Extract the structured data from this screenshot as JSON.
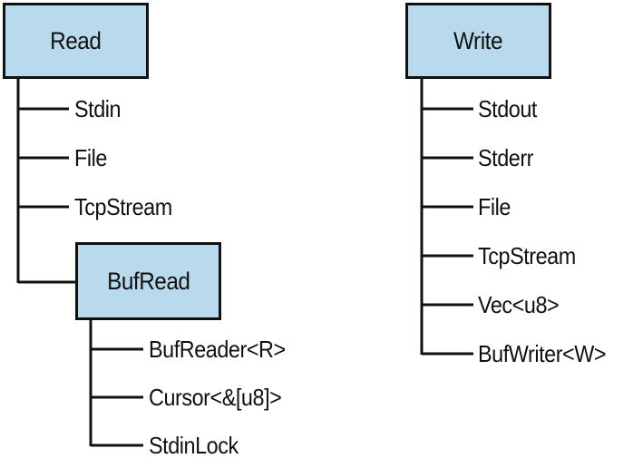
{
  "read": {
    "title": "Read",
    "items": [
      "Stdin",
      "File",
      "TcpStream"
    ],
    "bufread": {
      "title": "BufRead",
      "items": [
        "BufReader<R>",
        "Cursor<&[u8]>",
        "StdinLock"
      ]
    }
  },
  "write": {
    "title": "Write",
    "items": [
      "Stdout",
      "Stderr",
      "File",
      "TcpStream",
      "Vec<u8>",
      "BufWriter<W>"
    ]
  },
  "colors": {
    "box_fill": "#b9d9ec",
    "stroke": "#111111"
  }
}
